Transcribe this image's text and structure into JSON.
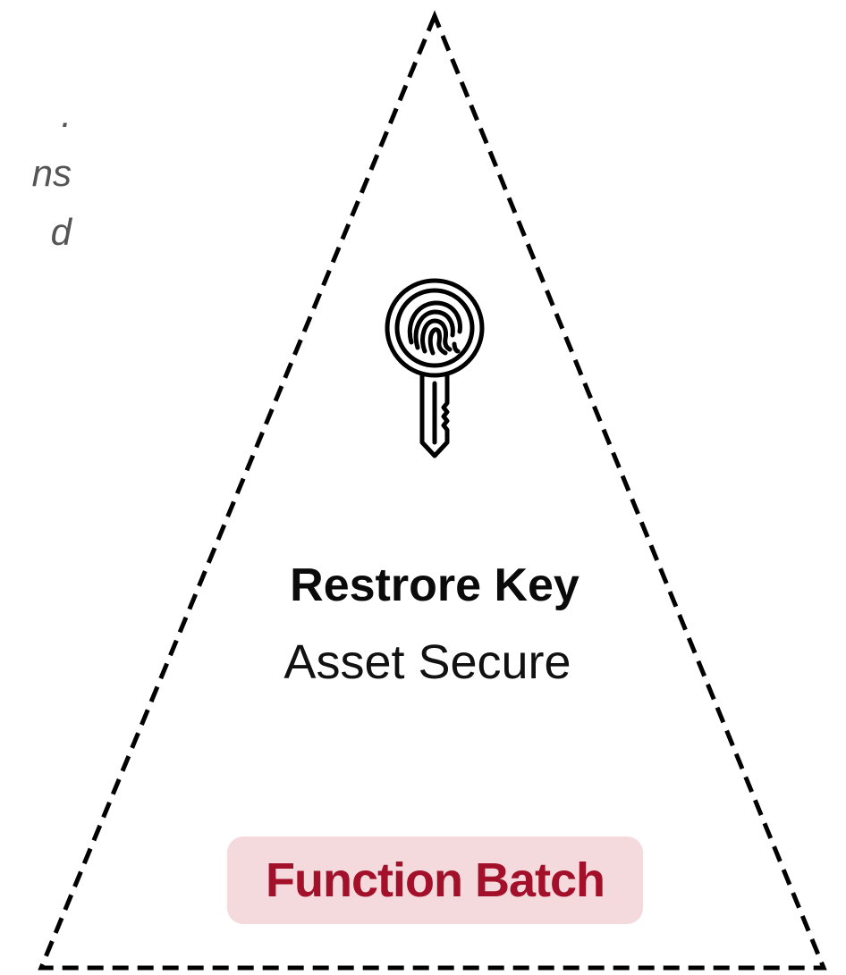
{
  "side_text": {
    "line1": ".",
    "line2": "ns",
    "line3": "d"
  },
  "card": {
    "icon": "fingerprint-key-icon",
    "title": "Restrore Key",
    "subtitle": "Asset Secure",
    "badge": "Function Batch"
  },
  "colors": {
    "triangle_stroke": "#000000",
    "badge_bg": "#f5dadd",
    "badge_text": "#a3102a",
    "side_text": "#555555"
  }
}
